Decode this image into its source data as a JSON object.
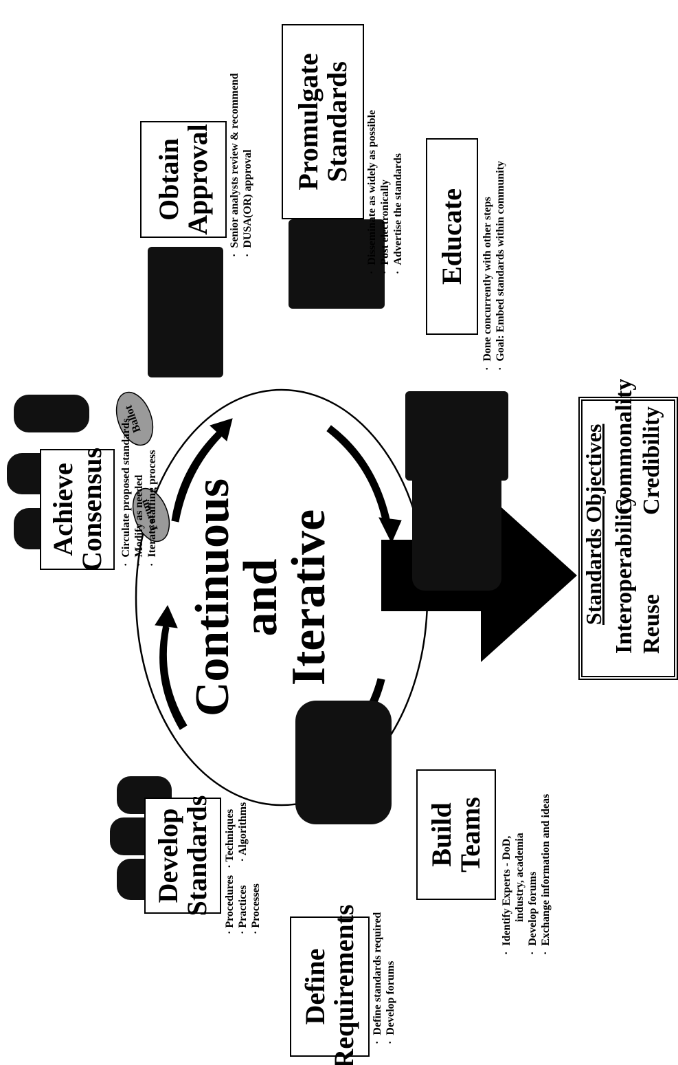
{
  "center": {
    "line1": "Continuous",
    "line2": "and",
    "line3": "Iterative"
  },
  "steps": {
    "define_requirements": {
      "title1": "Define",
      "title2": "Requirements",
      "bullets": [
        "Define standards required",
        "Develop forums"
      ]
    },
    "develop_standards": {
      "title1": "Develop",
      "title2": "Standards",
      "col1": [
        "Procedures",
        "Practices",
        "Processes"
      ],
      "col2": [
        "Techniques",
        "Algorithms"
      ]
    },
    "achieve_consensus": {
      "title1": "Achieve",
      "title2": "Consensus",
      "bullets": [
        "Circulate proposed standards",
        "Modify as needed",
        "Iterate staffing process"
      ]
    },
    "obtain_approval": {
      "title1": "Obtain",
      "title2": "Approval",
      "bullets": [
        "Senior analysts review & recommend",
        "DUSA(OR) approval"
      ]
    },
    "promulgate_standards": {
      "title1": "Promulgate",
      "title2": "Standards",
      "bullets": [
        "Disseminate as widely as possible",
        "Post electronically",
        "Advertise the standards"
      ]
    },
    "educate": {
      "title1": "Educate",
      "bullets": [
        "Done concurrently with other steps",
        "Goal:  Embed standards  within community"
      ]
    },
    "build_teams": {
      "title1": "Build",
      "title2": "Teams",
      "bullets": [
        "Identify Experts - DoD,",
        "industry, academia",
        "Develop forums",
        "Exchange information and ideas"
      ]
    }
  },
  "bubbles": {
    "forum": "Forum",
    "ballot": "Ballot"
  },
  "objectives": {
    "heading": "Standards Objectives",
    "items": [
      "Interoperability",
      "Commonality",
      "Reuse",
      "Credibility"
    ]
  }
}
